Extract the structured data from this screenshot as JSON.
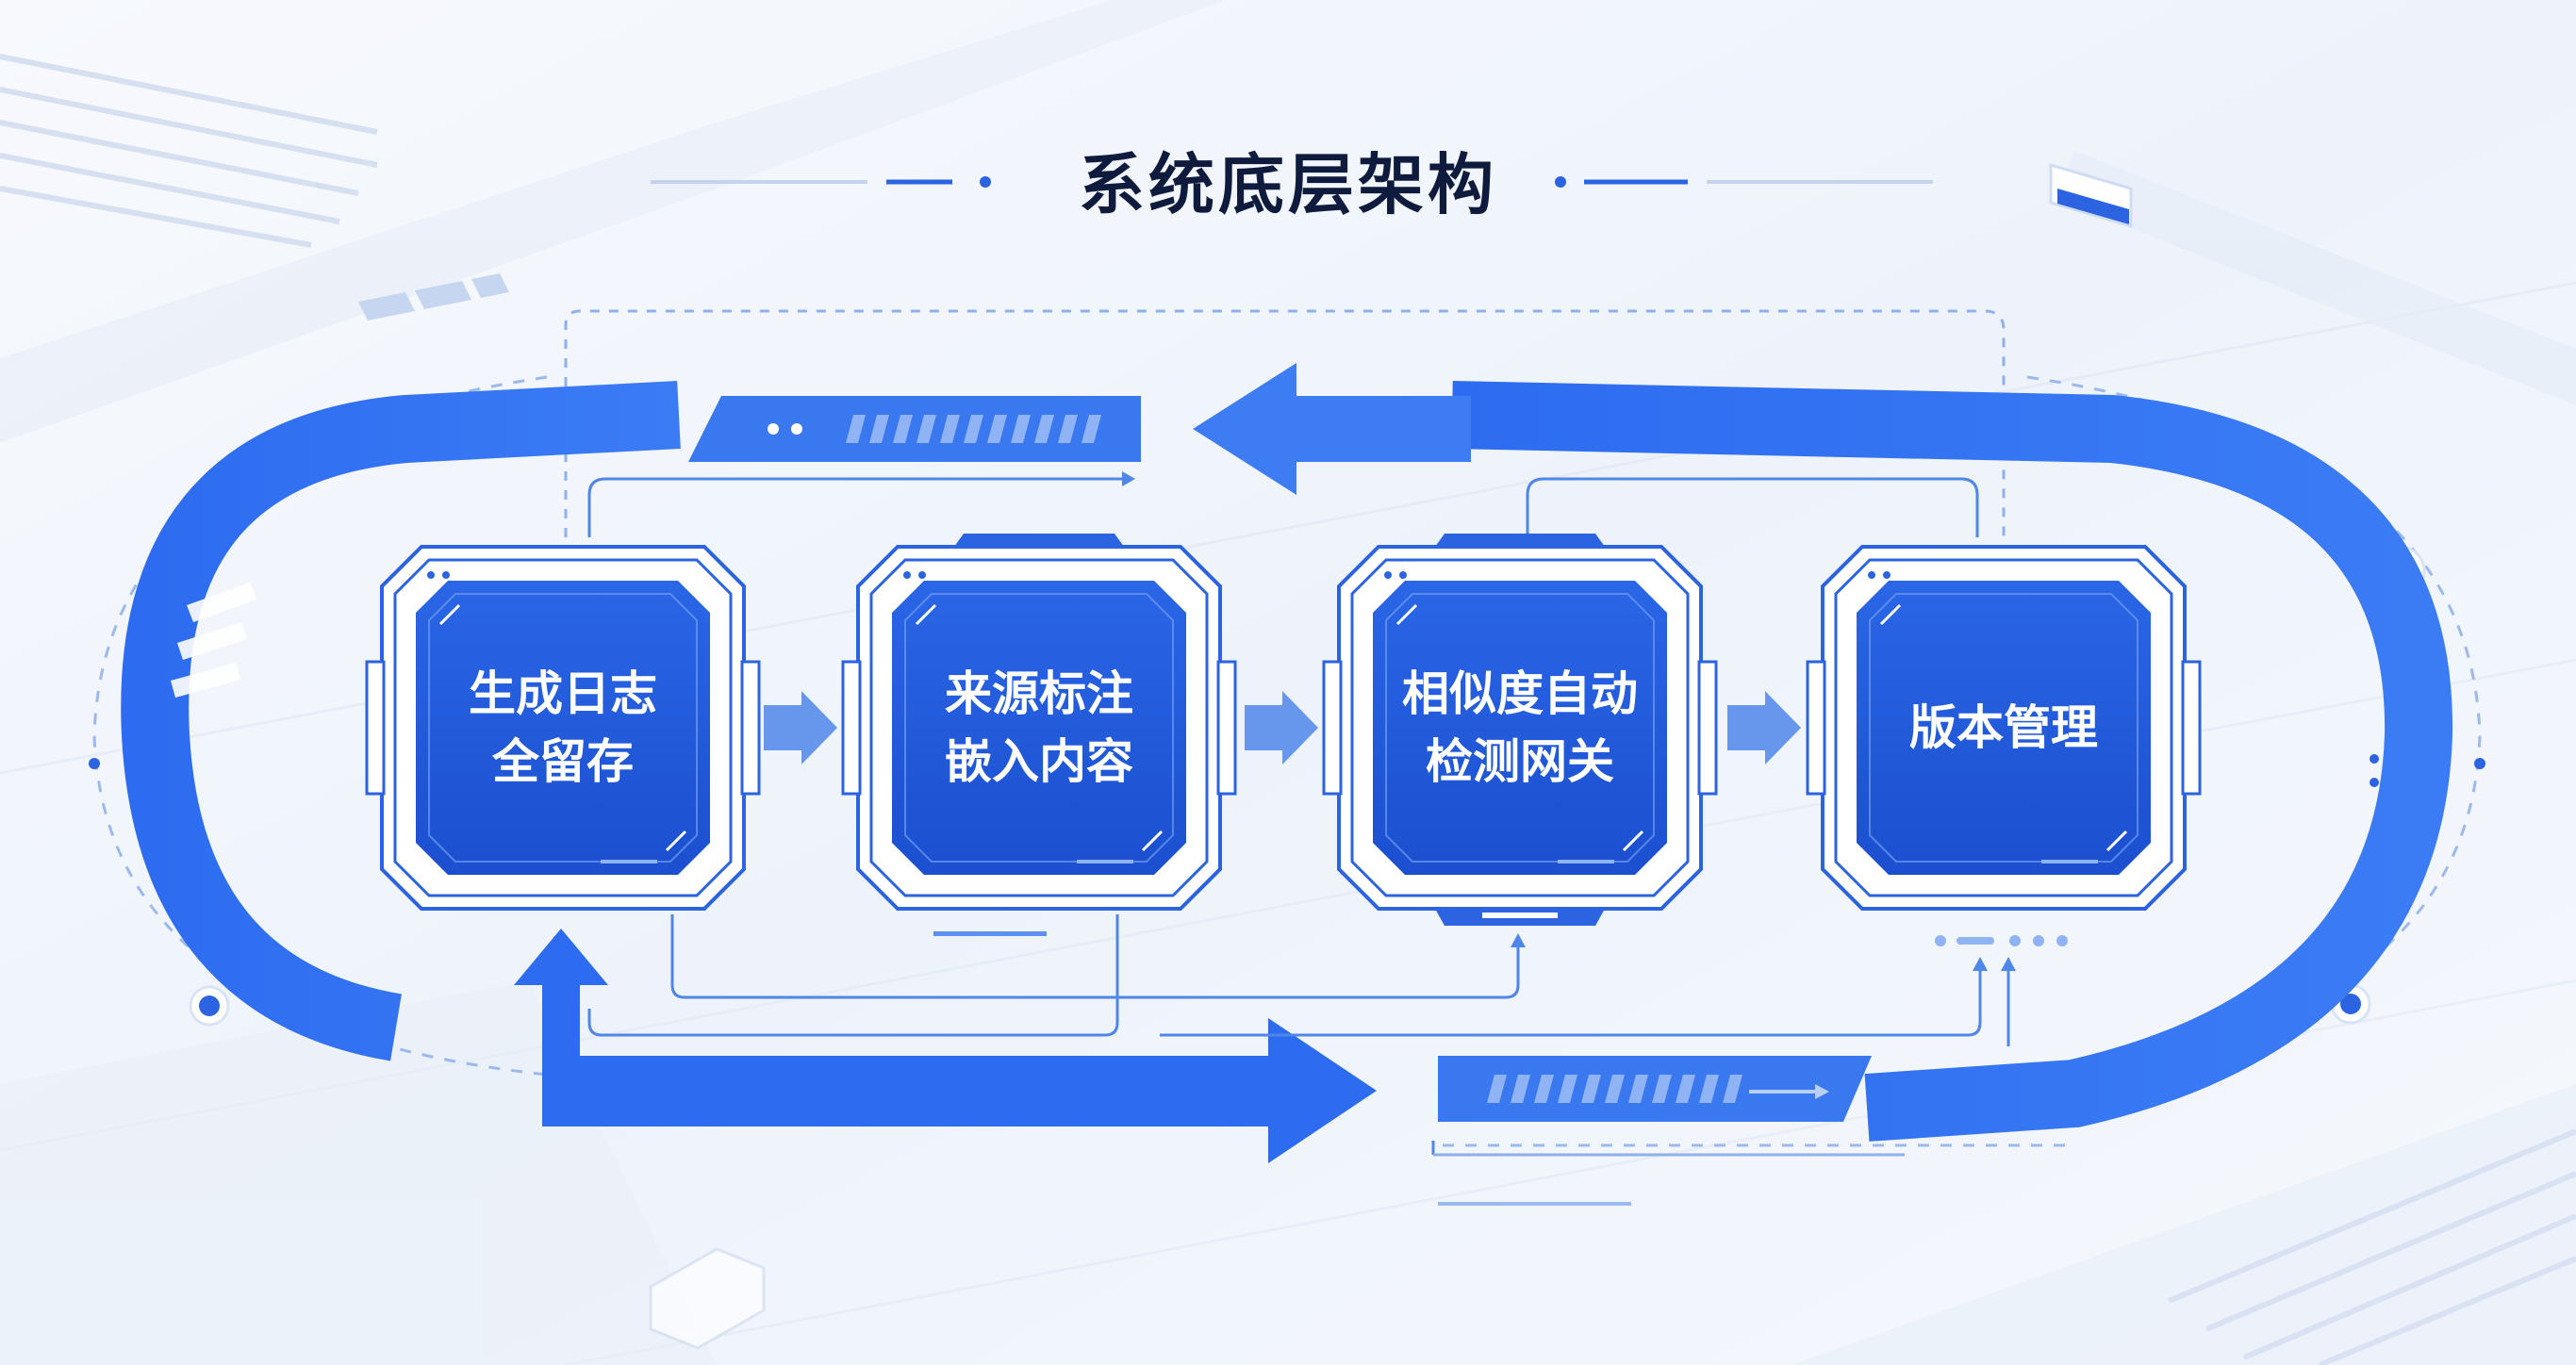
{
  "title": "系统底层架构",
  "colors": {
    "background": "#f2f6fc",
    "primary": "#2563eb",
    "node_fill": "#1f57d6",
    "node_frame": "#ffffff",
    "text_dark": "#0f1b3d"
  },
  "nodes": [
    {
      "label": "生成日志\n全留存"
    },
    {
      "label": "来源标注\n嵌入内容"
    },
    {
      "label": "相似度自动\n检测网关"
    },
    {
      "label": "版本管理"
    }
  ],
  "icons": [
    "chevron-right-icon",
    "arrow-left-icon",
    "arrow-right-icon",
    "arrow-up-icon"
  ]
}
